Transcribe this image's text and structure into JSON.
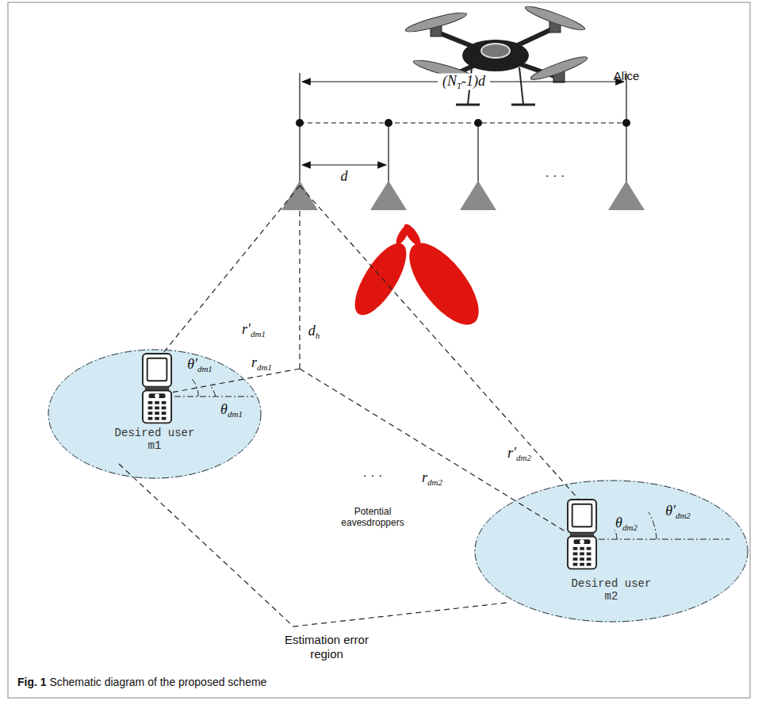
{
  "diagram": {
    "caption": "Fig. 1 Schematic diagram of the proposed scheme",
    "nodes": [
      {
        "text": [
          "Desired user m1"
        ]
      },
      {
        "text": [
          "Desired user m2"
        ]
      }
    ],
    "labels": [
      "Alice",
      "(NT-1)d",
      "d",
      "· · ·",
      "r′dm1",
      "dh",
      "θ′dm1",
      "rdm1",
      "θdm1",
      "r′dm2",
      "rdm2",
      "· · ·",
      "Potential eavesdroppers",
      "θdm2",
      "θ′dm2",
      "Estimation error region"
    ]
  }
}
